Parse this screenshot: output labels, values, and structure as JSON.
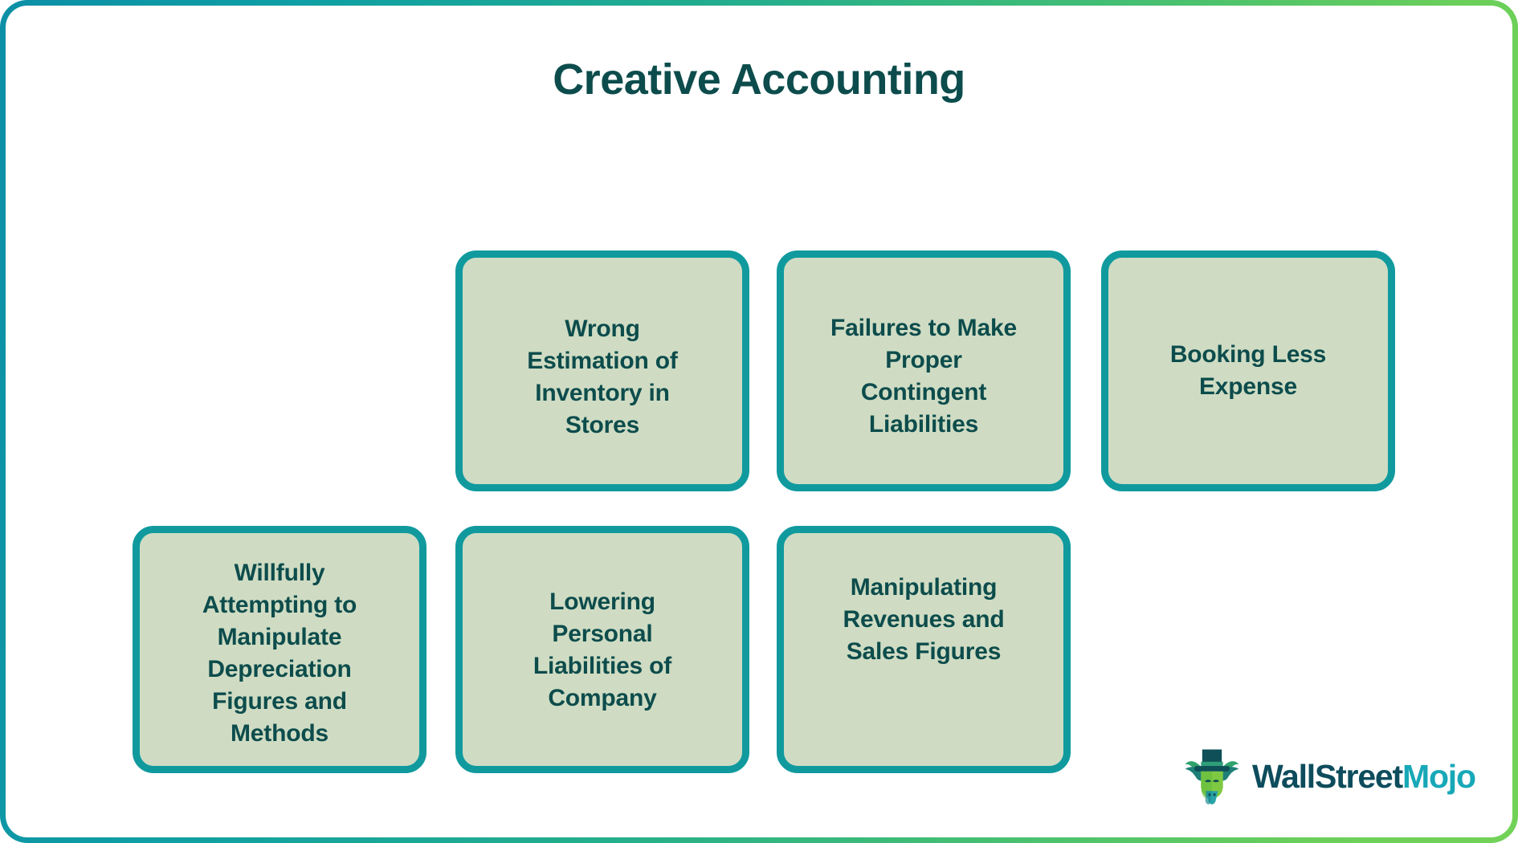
{
  "page": {
    "title": "Creative Accounting",
    "background_color": "#ffffff",
    "frame_gradient_from": "#0c8fa6",
    "frame_gradient_to": "#72d257"
  },
  "theme": {
    "card_fill": "#cfdcc3",
    "card_border": "#109a9e",
    "text_color": "#0d4c4c",
    "accent_teal": "#17a8b8",
    "accent_dark": "#0d4c5c"
  },
  "cards": [
    {
      "id": "wrong-estimation-of-inventory-in-stores",
      "label": "Wrong\nEstimation of\nInventory in\nStores",
      "row": 1,
      "col": 1
    },
    {
      "id": "failures-to-make-proper-contingent-liabilities",
      "label": "Failures to Make\nProper\nContingent\nLiabilities",
      "row": 1,
      "col": 2
    },
    {
      "id": "booking-less-expense",
      "label": "Booking Less\nExpense",
      "row": 1,
      "col": 3
    },
    {
      "id": "willfully-attempting-to-manipulate-depreciation-figures-and-methods",
      "label": "Willfully\nAttempting to\nManipulate\nDepreciation\nFigures and\nMethods",
      "row": 2,
      "col": 1
    },
    {
      "id": "lowering-personal-liabilities-of-company",
      "label": "Lowering\nPersonal\nLiabilities of\nCompany",
      "row": 2,
      "col": 2
    },
    {
      "id": "manipulating-revenues-and-sales-figures",
      "label": "Manipulating\nRevenues and\nSales Figures",
      "row": 2,
      "col": 3
    }
  ],
  "logo": {
    "brand_primary": "WallStreet",
    "brand_secondary": "Mojo",
    "mark_name": "bull-with-top-hat-icon"
  }
}
